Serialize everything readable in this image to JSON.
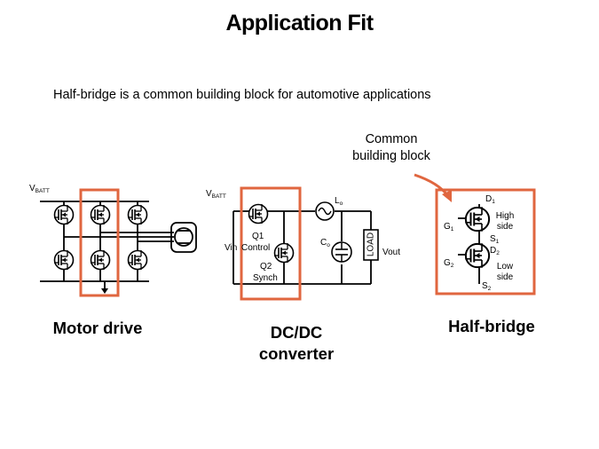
{
  "slide": {
    "title": "Application Fit",
    "subtitle": "Half-bridge is a common building block for automotive applications",
    "callout": "Common building block"
  },
  "motor_drive": {
    "caption": "Motor drive",
    "vbatt": "V",
    "vbatt_sub": "BATT"
  },
  "dcdc": {
    "caption_line1": "DC/DC",
    "caption_line2": "converter",
    "vbatt": "V",
    "vbatt_sub": "BATT",
    "q1": "Q1",
    "control": "Control",
    "vin": "Vin",
    "q2": "Q2",
    "synch": "Synch",
    "lo": "L",
    "lo_sub": "o",
    "co": "C",
    "co_sub": "o",
    "load": "LOAD",
    "vout": "Vout"
  },
  "half_bridge": {
    "caption": "Half-bridge",
    "d1": "D",
    "d1_sub": "1",
    "g1": "G",
    "g1_sub": "1",
    "high_side_1": "High",
    "high_side_2": "side",
    "s1": "S",
    "s1_sub": "1",
    "d2": "D",
    "d2_sub": "2",
    "g2": "G",
    "g2_sub": "2",
    "low_side_1": "Low",
    "low_side_2": "side",
    "s2": "S",
    "s2_sub": "2"
  },
  "colors": {
    "highlight": "#e0663f",
    "wire": "#000000"
  }
}
